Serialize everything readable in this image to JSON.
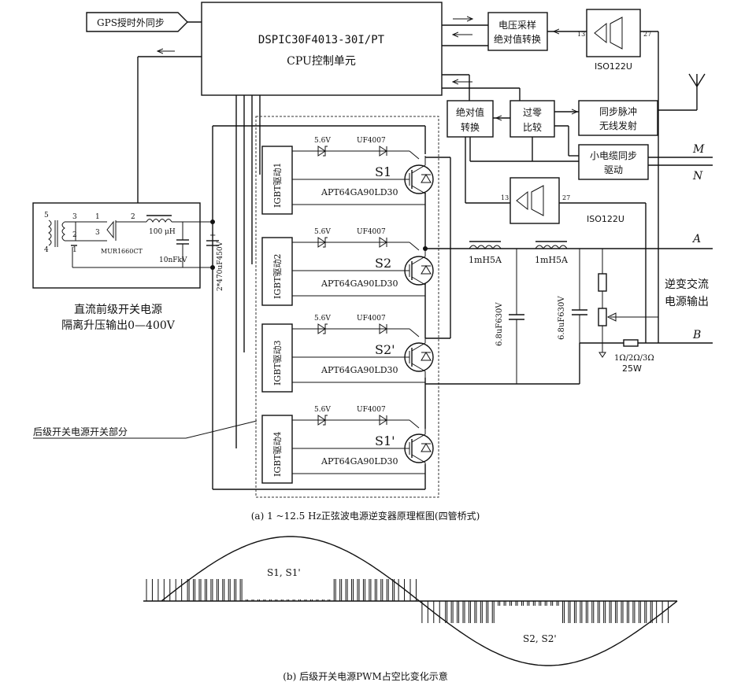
{
  "gps": "GPS授时外同步",
  "cpu": {
    "line1": "DSPIC30F4013-30I/PT",
    "line2": "CPU控制单元"
  },
  "vsample": {
    "line1": "电压采样",
    "line2": "绝对值转换"
  },
  "iso_top": {
    "label": "ISO122U",
    "pin_in": "13",
    "pin_out": "27"
  },
  "iso_mid": {
    "label": "ISO122U",
    "pin_in": "13",
    "pin_out": "27"
  },
  "absconv": {
    "line1": "绝对值",
    "line2": "转换"
  },
  "zero": {
    "line1": "过零",
    "line2": "比较"
  },
  "wireless": {
    "line1": "同步脉冲",
    "line2": "无线发射"
  },
  "cable": {
    "line1": "小电缆同步",
    "line2": "驱动"
  },
  "terminals": {
    "m": "M",
    "n": "N",
    "a": "A",
    "b": "B"
  },
  "front_supply": {
    "caption_line1": "直流前级开关电源",
    "caption_line2": "隔离升压输出0—400V",
    "pins": [
      "5",
      "4",
      "3",
      "2",
      "1",
      "3",
      "2"
    ],
    "diode": "MUR1660CT",
    "inductor": "100 μH",
    "capacitor": "10nFkV"
  },
  "bus_cap": {
    "label": "2*470uF450V",
    "plus": "+"
  },
  "legs": [
    {
      "driver": "IGBT驱动1",
      "zener": "5.6V",
      "diode": "UF4007",
      "switch": "S1",
      "igbt": "APT64GA90LD30"
    },
    {
      "driver": "IGBT驱动2",
      "zener": "5.6V",
      "diode": "UF4007",
      "switch": "S2",
      "igbt": "APT64GA90LD30"
    },
    {
      "driver": "IGBT驱动3",
      "zener": "5.6V",
      "diode": "UF4007",
      "switch": "S2'",
      "igbt": "APT64GA90LD30"
    },
    {
      "driver": "IGBT驱动4",
      "zener": "5.6V",
      "diode": "UF4007",
      "switch": "S1'",
      "igbt": "APT64GA90LD30"
    }
  ],
  "filter": {
    "l1": "1mH5A",
    "l2": "1mH5A",
    "c1": "6.8uF630V",
    "c2": "6.8uF630V",
    "shunt": "1Ω/2Ω/3Ω",
    "shunt_power": "25W"
  },
  "ac_output": {
    "line1": "逆变交流",
    "line2": "电源输出"
  },
  "rear_label": "后级开关电源开关部分",
  "caption_a": "(a) 1 ~12.5 Hz正弦波电源逆变器原理框图(四管桥式)",
  "pwm": {
    "label_pos": "S1, S1'",
    "label_neg": "S2, S2'",
    "caption_b": "(b) 后级开关电源PWM占空比变化示意"
  }
}
